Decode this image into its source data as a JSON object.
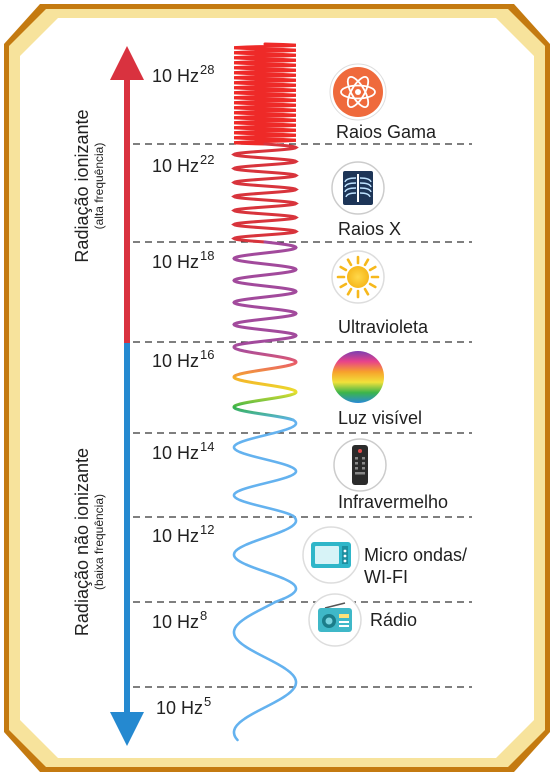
{
  "axis": {
    "ionizing": {
      "title": "Radiação ionizante",
      "subtitle": "(alta frequência)",
      "color": "#d9323f"
    },
    "non_ionizing": {
      "title": "Radiação não ionizante",
      "subtitle": "(baixa frequência)",
      "color": "#2589d0"
    }
  },
  "frequencies": [
    {
      "base": "10 Hz",
      "exp": "28"
    },
    {
      "base": "10 Hz",
      "exp": "22"
    },
    {
      "base": "10 Hz",
      "exp": "18"
    },
    {
      "base": "10 Hz",
      "exp": "16"
    },
    {
      "base": "10 Hz",
      "exp": "14"
    },
    {
      "base": "10 Hz",
      "exp": "12"
    },
    {
      "base": "10 Hz",
      "exp": "8"
    },
    {
      "base": "10 Hz",
      "exp": "5"
    }
  ],
  "bands": [
    {
      "label": "Raios Gama",
      "icon": "atom-icon"
    },
    {
      "label": "Raios X",
      "icon": "xray-chest-icon"
    },
    {
      "label": "Ultravioleta",
      "icon": "sun-icon"
    },
    {
      "label": "Luz visível",
      "icon": "rainbow-icon"
    },
    {
      "label": "Infravermelho",
      "icon": "remote-control-icon"
    },
    {
      "label_line1": "Micro ondas/",
      "label_line2": "WI-FI",
      "icon": "microwave-icon"
    },
    {
      "label": "Rádio",
      "icon": "radio-icon"
    }
  ],
  "colors": {
    "frame_outer": "#c47a10",
    "frame_inner": "#fbe8a6",
    "gamma_wave": "#ee2a28",
    "xray_wave": "#d8343c",
    "uv_wave": "#a24a9c",
    "radio_wave": "#64b2ef"
  }
}
